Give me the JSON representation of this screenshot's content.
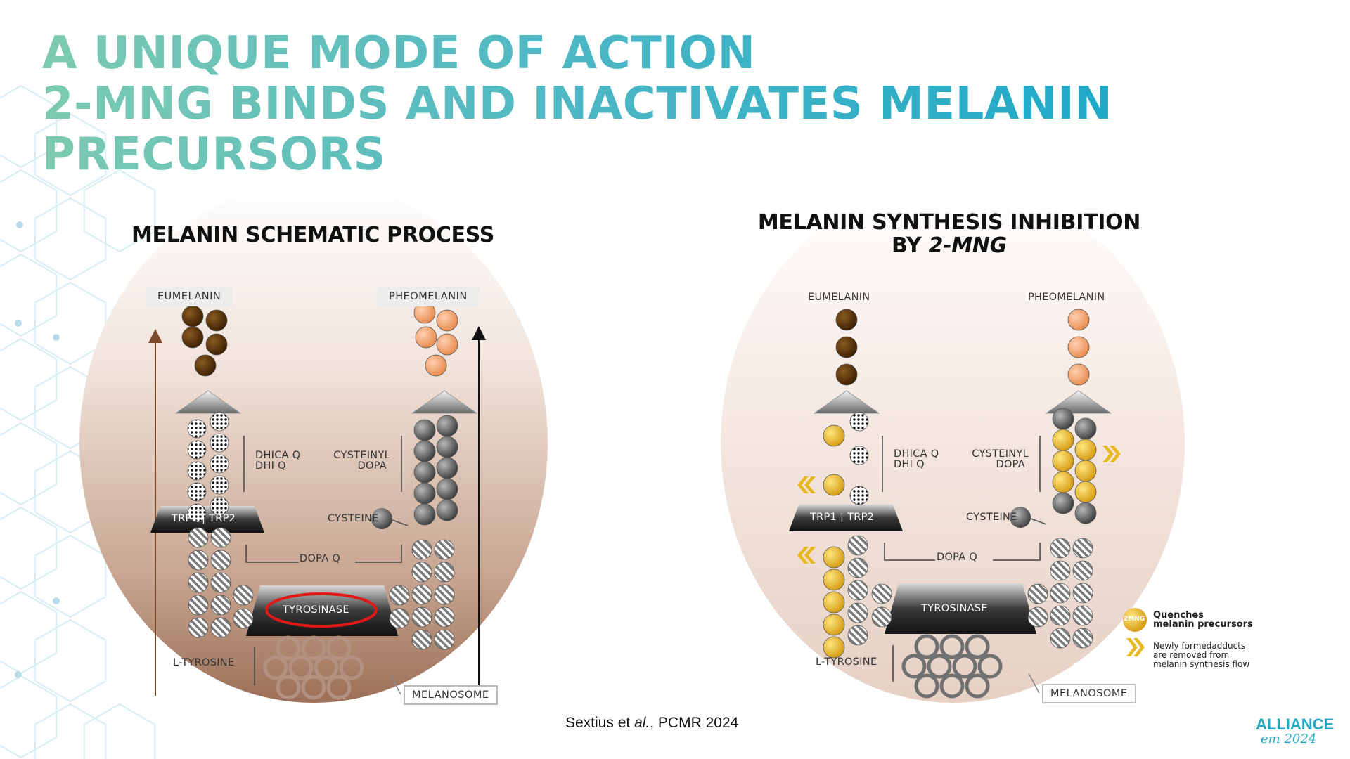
{
  "title": {
    "line1": "A UNIQUE MODE OF ACTION",
    "line2": "2-MNG BINDS AND INACTIVATES MELANIN",
    "line3": "PRECURSORS"
  },
  "left_panel": {
    "title": "MELANIN SCHEMATIC PROCESS",
    "eumelanin": "EUMELANIN",
    "pheomelanin": "PHEOMELANIN",
    "dhica_q": "DHICA Q",
    "dhi_q": "DHI Q",
    "cysteinyl": "CYSTEINYL",
    "dopa": "DOPA",
    "trp": "TRP1 | TRP2",
    "cysteine": "CYSTEINE",
    "dopa_q": "DOPA Q",
    "tyrosinase": "TYROSINASE",
    "l_tyrosine": "L-TYROSINE",
    "melanosome": "MELANOSOME"
  },
  "right_panel": {
    "title_line1": "MELANIN SYNTHESIS INHIBITION",
    "title_by": "BY ",
    "title_italic": "2-MNG",
    "eumelanin": "EUMELANIN",
    "pheomelanin": "PHEOMELANIN",
    "dhica_q": "DHICA Q",
    "dhi_q": "DHI Q",
    "cysteinyl": "CYSTEINYL",
    "dopa": "DOPA",
    "trp": "TRP1 | TRP2",
    "cysteine": "CYSTEINE",
    "dopa_q": "DOPA Q",
    "tyrosinase": "TYROSINASE",
    "l_tyrosine": "L-TYROSINE",
    "melanosome": "MELANOSOME"
  },
  "legend": {
    "badge": "2MNG",
    "quenches_line1": "Quenches",
    "quenches_line2": "melanin precursors",
    "adducts_line1": "Newly formedadducts",
    "adducts_line2": "are removed from",
    "adducts_line3": "melanin synthesis flow"
  },
  "citation": {
    "authors": "Sextius et ",
    "al": "al.",
    "source": ", PCMR 2024"
  },
  "brand": {
    "line1": "ALLIANCE",
    "line2": "em 2024"
  },
  "colors": {
    "title_gradient_start": "#7ccab0",
    "title_gradient_end": "#1aa8c9",
    "eumelanin": "#5a3205",
    "pheomelanin": "#f0a070",
    "mng_gold": "#e8b820",
    "highlight_ring": "#e01818"
  }
}
